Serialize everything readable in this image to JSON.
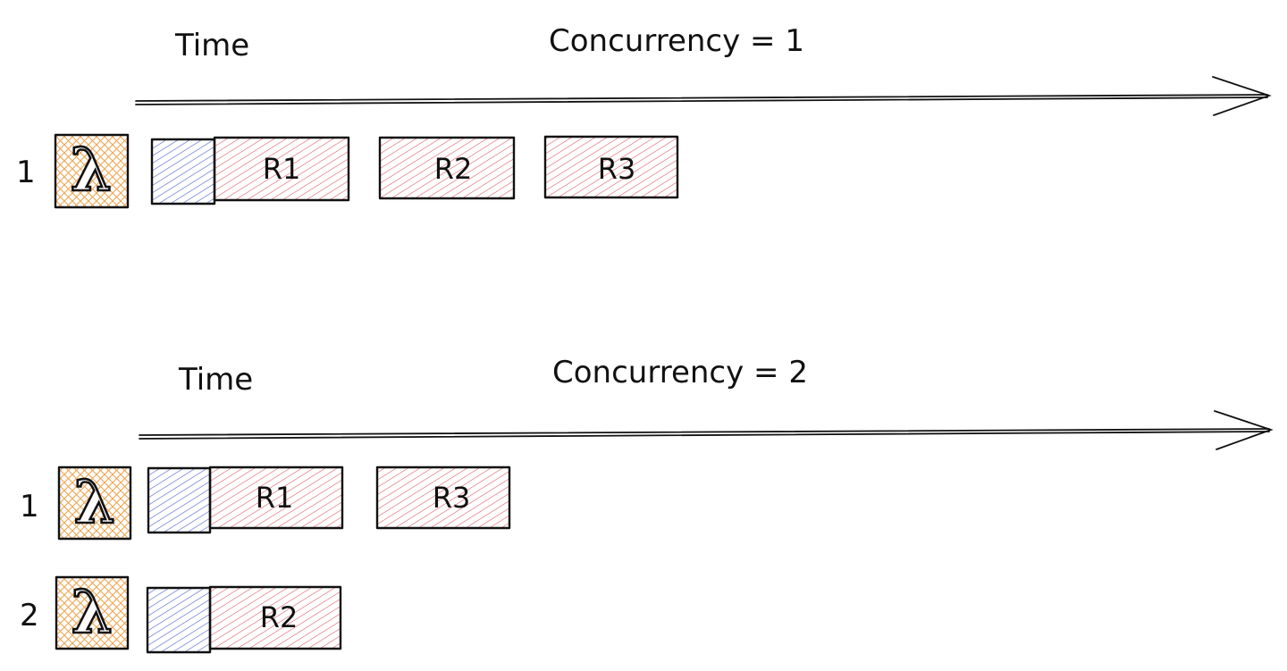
{
  "colors": {
    "ink": "#111111",
    "cold_start_blue": "#4a5fd0",
    "request_red": "#d9505a",
    "lambda_orange": "#f0a450"
  },
  "icons": {
    "lambda": "aws-lambda-icon",
    "arrow": "time-axis-arrow"
  },
  "panels": [
    {
      "time_label": "Time",
      "concurrency_label": "Concurrency = 1",
      "rows": [
        {
          "instance_label": "1",
          "requests": [
            {
              "label": "R1"
            },
            {
              "label": "R2"
            },
            {
              "label": "R3"
            }
          ]
        }
      ]
    },
    {
      "time_label": "Time",
      "concurrency_label": "Concurrency = 2",
      "rows": [
        {
          "instance_label": "1",
          "requests": [
            {
              "label": "R1"
            },
            {
              "label": "R3"
            }
          ]
        },
        {
          "instance_label": "2",
          "requests": [
            {
              "label": "R2"
            }
          ]
        }
      ]
    }
  ]
}
